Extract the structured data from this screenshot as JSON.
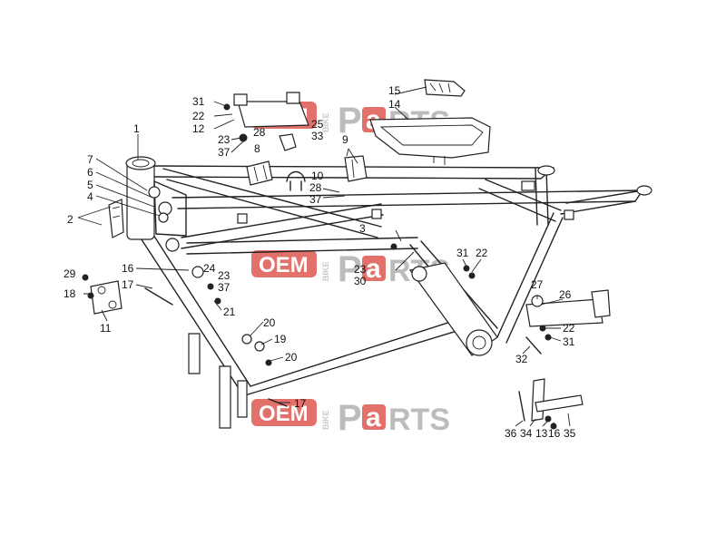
{
  "watermark": {
    "oem": "OEM",
    "bike": "BIKE",
    "p": "P",
    "a": "a",
    "rts": "RTS",
    "color": "#e2706b"
  },
  "callouts": {
    "c1": "1",
    "c2": "2",
    "c3": "3",
    "c4": "4",
    "c5": "5",
    "c6": "6",
    "c7": "7",
    "c8": "8",
    "c9": "9",
    "c10": "10",
    "c11": "11",
    "c12": "12",
    "c13": "13",
    "c14": "14",
    "c15": "15",
    "c16a": "16",
    "c16b": "16",
    "c17a": "17",
    "c17b": "17",
    "c18": "18",
    "c19": "19",
    "c20a": "20",
    "c20b": "20",
    "c21": "21",
    "c22a": "22",
    "c22b": "22",
    "c22c": "22",
    "c23a": "23",
    "c23b": "23",
    "c23c": "23",
    "c24": "24",
    "c25": "25",
    "c26": "26",
    "c27": "27",
    "c28a": "28",
    "c28b": "28",
    "c29": "29",
    "c30": "30",
    "c31a": "31",
    "c31b": "31",
    "c31c": "31",
    "c32": "32",
    "c33": "33",
    "c34": "34",
    "c35": "35",
    "c36": "36",
    "c37a": "37",
    "c37b": "37",
    "c37c": "37"
  }
}
